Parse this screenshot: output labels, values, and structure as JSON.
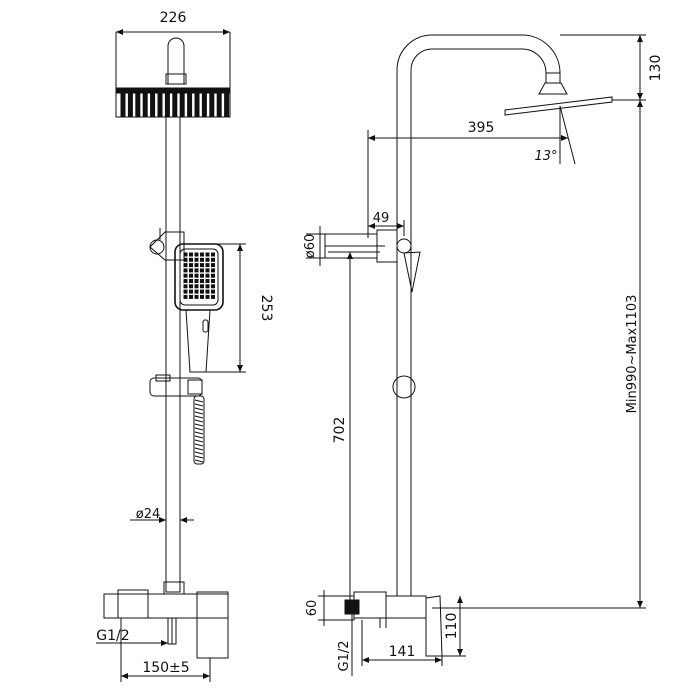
{
  "dimensions": {
    "head_width": "226",
    "handshower_height": "253",
    "rail_diameter": "ø24",
    "inlet_thread_front": "G1/2",
    "inlet_spacing": "150±5",
    "head_drop": "130",
    "arm_reach": "395",
    "head_angle": "13°",
    "holder_offset": "49",
    "holder_diameter": "ø60",
    "total_height": "Min990~Max1103",
    "holder_height": "702",
    "mixer_depth": "60",
    "inlet_thread_side": "G1/2",
    "mixer_width": "141",
    "mixer_height": "110"
  }
}
